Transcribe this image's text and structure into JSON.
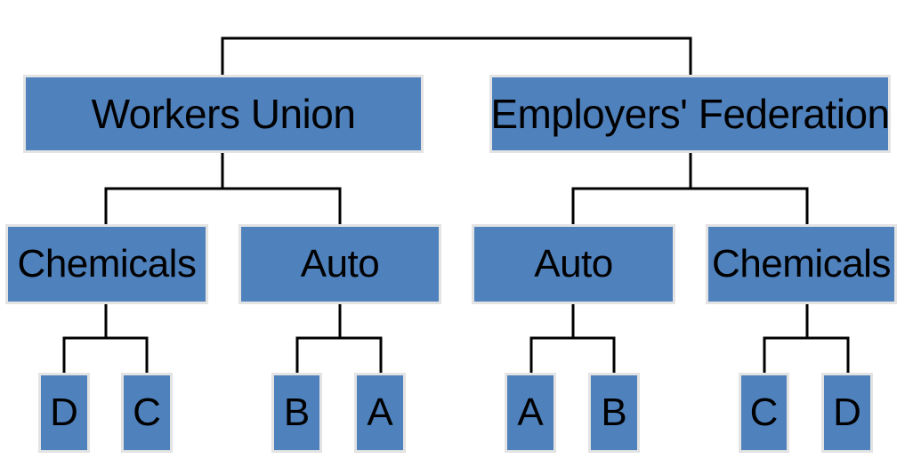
{
  "colors": {
    "box_fill": "#4f81bd",
    "box_border": "#e3e3e3",
    "connector": "#000000",
    "text": "#000000"
  },
  "org": {
    "groups": [
      {
        "label": "Workers Union",
        "sectors": [
          {
            "label": "Chemicals",
            "firms": [
              "D",
              "C"
            ]
          },
          {
            "label": "Auto",
            "firms": [
              "B",
              "A"
            ]
          }
        ]
      },
      {
        "label": "Employers' Federation",
        "sectors": [
          {
            "label": "Auto",
            "firms": [
              "A",
              "B"
            ]
          },
          {
            "label": "Chemicals",
            "firms": [
              "C",
              "D"
            ]
          }
        ]
      }
    ]
  }
}
